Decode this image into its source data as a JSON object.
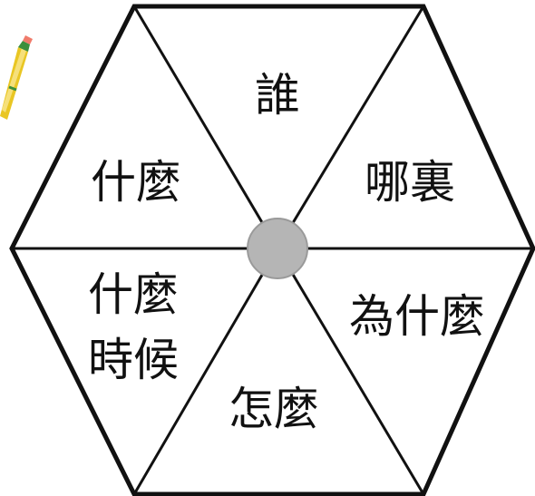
{
  "diagram": {
    "segments": [
      {
        "id": "top",
        "label_lines": [
          "誰"
        ]
      },
      {
        "id": "upper-right",
        "label_lines": [
          "哪裏"
        ]
      },
      {
        "id": "lower-right",
        "label_lines": [
          "為什麼"
        ]
      },
      {
        "id": "bottom",
        "label_lines": [
          "怎麼"
        ]
      },
      {
        "id": "lower-left",
        "label_lines": [
          "什麼",
          "時候"
        ]
      },
      {
        "id": "upper-left",
        "label_lines": [
          "什麼"
        ]
      }
    ],
    "hub": {
      "fill": "#b5b5b5",
      "stroke": "#9a9a9a"
    },
    "outline_color": "#111111"
  },
  "pencil": {
    "body_color": "#e9c623",
    "band_color": "#3c8f3c",
    "eraser_color": "#f07b6b"
  }
}
